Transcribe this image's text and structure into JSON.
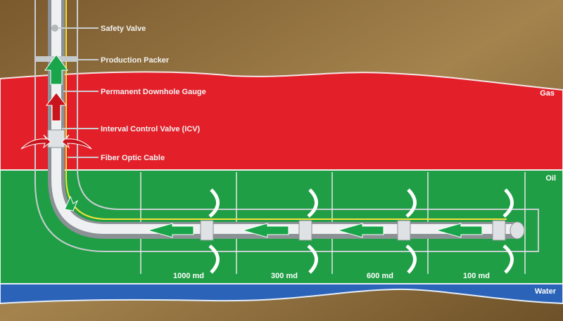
{
  "callouts": {
    "safety_valve": "Safety Valve",
    "production_packer": "Production Packer",
    "downhole_gauge": "Permanent Downhole Gauge",
    "icv": "Interval Control Valve (ICV)",
    "fiber_optic": "Fiber Optic Cable"
  },
  "zones": {
    "gas": "Gas",
    "oil": "Oil",
    "water": "Water"
  },
  "permeability": [
    "1000 md",
    "300 md",
    "600 md",
    "100 md"
  ],
  "colors": {
    "soil": "#8a6a3a",
    "gas": "#e3202a",
    "oil": "#1f9e45",
    "water": "#2a63b8",
    "pipe": "#cfd3d6",
    "cable": "#f2e23a",
    "flow_arrow": "#1aa54a"
  }
}
